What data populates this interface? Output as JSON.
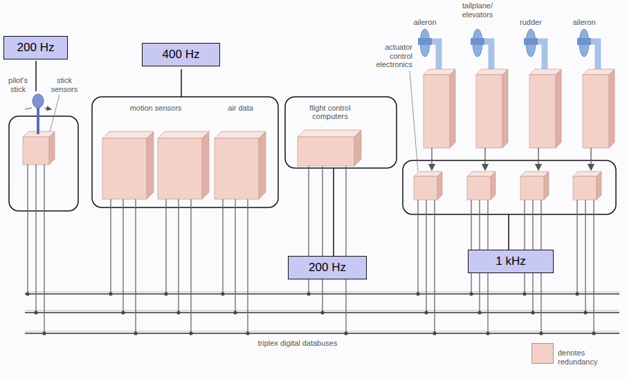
{
  "diagram": {
    "nodes": [
      {
        "text": [
          "200 Hz"
        ]
      },
      {
        "text": [
          "400 Hz"
        ]
      },
      {
        "text": [
          "air data"
        ]
      },
      {
        "text": [
          "flight control computers"
        ]
      },
      {
        "text": [
          "200 Hz"
        ]
      },
      {
        "text": [
          "1 kHz"
        ]
      }
    ],
    "labels": [
      "pilot's stick",
      "stick sensors",
      "motion sensors",
      "actuator control electronics",
      "aileron",
      "tailplane/ elevators",
      "rudder",
      "aileron",
      "triplex digital databuses"
    ],
    "legend": [
      {
        "text": "denotes redundancy",
        "color": "#f3d0c8"
      }
    ]
  }
}
